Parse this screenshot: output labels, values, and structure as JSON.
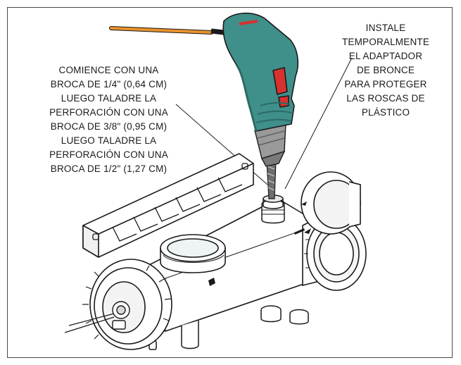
{
  "callouts": {
    "left": {
      "lines": [
        "COMIENCE CON UNA",
        "BROCA DE 1/4\" (0,64 CM)",
        "LUEGO TALADRE LA",
        "PERFORACIÓN CON UNA",
        "BROCA DE 3/8\" (0,95 CM)",
        "LUEGO TALADRE LA",
        "PERFORACIÓN CON UNA",
        "BROCA DE 1/2\" (1,27 CM)"
      ]
    },
    "right": {
      "lines": [
        "INSTALE",
        "TEMPORALMENTE",
        "EL ADAPTADOR",
        "DE BRONCE",
        "PARA PROTEGER",
        "LAS ROSCAS DE",
        "PLÁSTICO"
      ]
    }
  },
  "colors": {
    "drill_body": "#3f8f8a",
    "drill_dark": "#2b6b67",
    "drill_trigger": "#d8322e",
    "cord": "#e8922d",
    "chuck": "#9a9a9a",
    "outline": "#1a1a1a"
  }
}
